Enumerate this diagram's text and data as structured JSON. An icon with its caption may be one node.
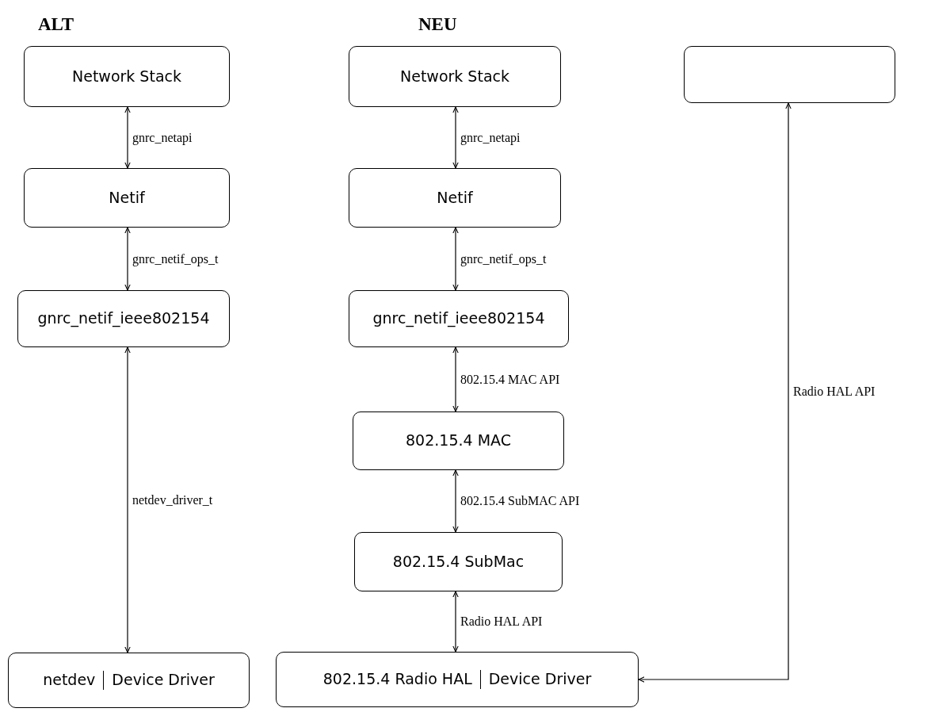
{
  "diagram": {
    "nodes": [
      {
        "text": [
          "Network Stack"
        ]
      },
      {
        "text": [
          "Netif"
        ]
      },
      {
        "text": [
          "gnrc_netif_ieee802154"
        ]
      },
      {
        "text": [
          "netdev",
          "Device Driver"
        ]
      },
      {
        "text": [
          "Network Stack"
        ]
      },
      {
        "text": [
          "Netif"
        ]
      },
      {
        "text": [
          "gnrc_netif_ieee802154"
        ]
      },
      {
        "text": [
          "802.15.4 MAC"
        ]
      },
      {
        "text": [
          "802.15.4 SubMac"
        ]
      },
      {
        "text": [
          "802.15.4 Radio HAL",
          "Device Driver"
        ]
      },
      {
        "text": [],
        "shape": "box"
      }
    ],
    "edges": [
      {
        "from": 0,
        "to": 1,
        "arrow": "both",
        "label": "gnrc_netapi"
      },
      {
        "from": 1,
        "to": 2,
        "arrow": "both",
        "label": "gnrc_netif_ops_t"
      },
      {
        "from": 2,
        "to": 3,
        "arrow": "both",
        "label": "netdev_driver_t"
      },
      {
        "from": 4,
        "to": 5,
        "arrow": "both",
        "label": "gnrc_netapi"
      },
      {
        "from": 5,
        "to": 6,
        "arrow": "both",
        "label": "gnrc_netif_ops_t"
      },
      {
        "from": 6,
        "to": 7,
        "arrow": "both",
        "label": "802.15.4 MAC API"
      },
      {
        "from": 7,
        "to": 8,
        "arrow": "both",
        "label": "802.15.4 SubMAC API"
      },
      {
        "from": 8,
        "to": 9,
        "arrow": "both",
        "label": "Radio HAL API"
      },
      {
        "from": 10,
        "to": 9,
        "arrow": "both",
        "label": "Radio HAL API"
      }
    ],
    "labels": [
      "ALT",
      "NEU"
    ]
  }
}
